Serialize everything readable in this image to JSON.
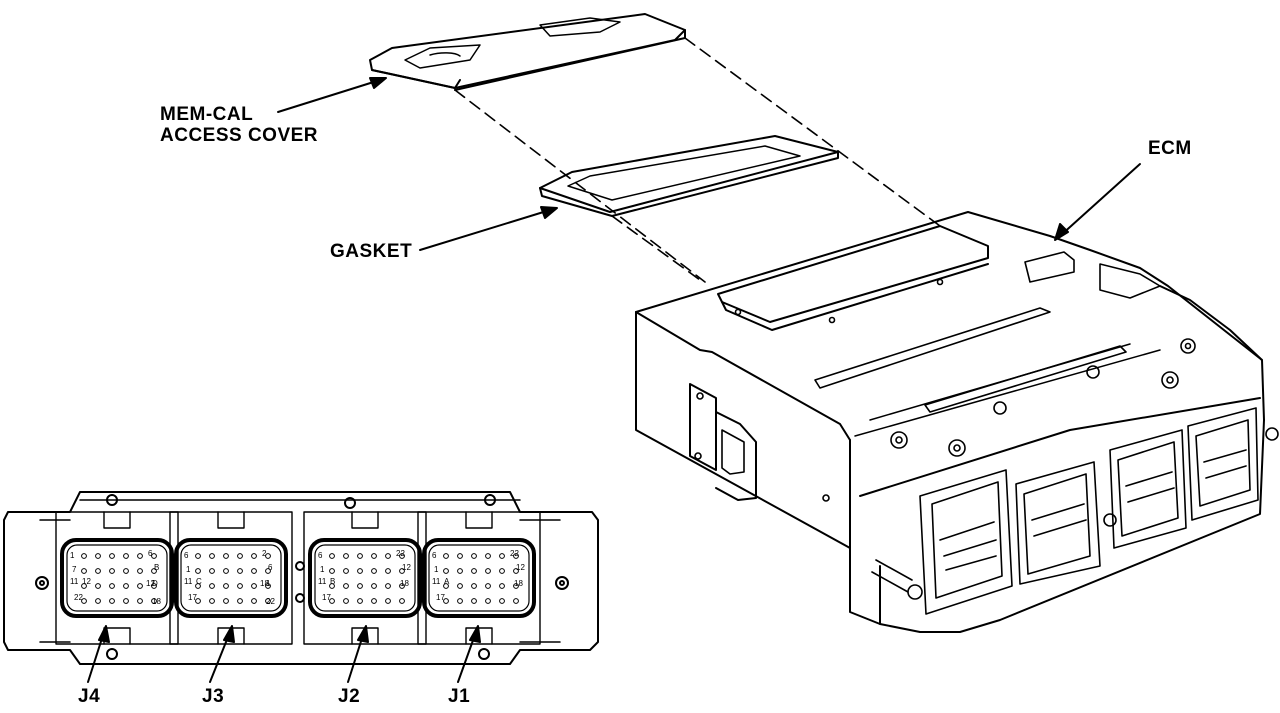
{
  "labels": {
    "memcal_line1": "MEM-CAL",
    "memcal_line2": "ACCESS COVER",
    "gasket": "GASKET",
    "ecm": "ECM"
  },
  "connectors": [
    {
      "id": "J4",
      "pins": [
        "1",
        "7",
        "11",
        "12",
        "22",
        "6",
        "B",
        "D",
        "12",
        "18"
      ]
    },
    {
      "id": "J3",
      "pins": [
        "6",
        "1",
        "11",
        "C",
        "17",
        "2",
        "6",
        "1",
        "18",
        "22"
      ]
    },
    {
      "id": "J2",
      "pins": [
        "6",
        "1",
        "11",
        "B",
        "17",
        "22",
        "12",
        "18"
      ]
    },
    {
      "id": "J1",
      "pins": [
        "6",
        "1",
        "11",
        "A",
        "17",
        "22",
        "12",
        "18"
      ]
    }
  ],
  "colors": {
    "line": "#000000",
    "background": "#ffffff"
  }
}
